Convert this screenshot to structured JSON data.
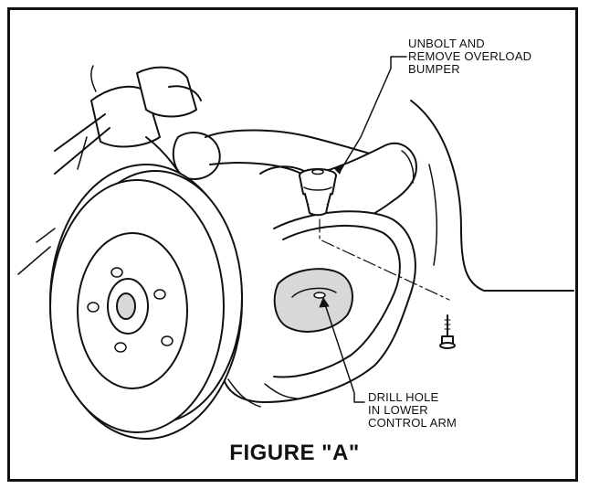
{
  "callouts": {
    "top": "UNBOLT AND\nREMOVE OVERLOAD\nBUMPER",
    "bottom": "DRILL HOLE\nIN LOWER\nCONTROL ARM"
  },
  "caption": "FIGURE \"A\"",
  "colors": {
    "ink": "#111111",
    "paper": "#ffffff",
    "shade": "#d8d8d8"
  },
  "icons": {
    "wheel": "brake-rotor-hub",
    "bumper": "overload-bumper",
    "bolt": "bolt-fastener"
  }
}
